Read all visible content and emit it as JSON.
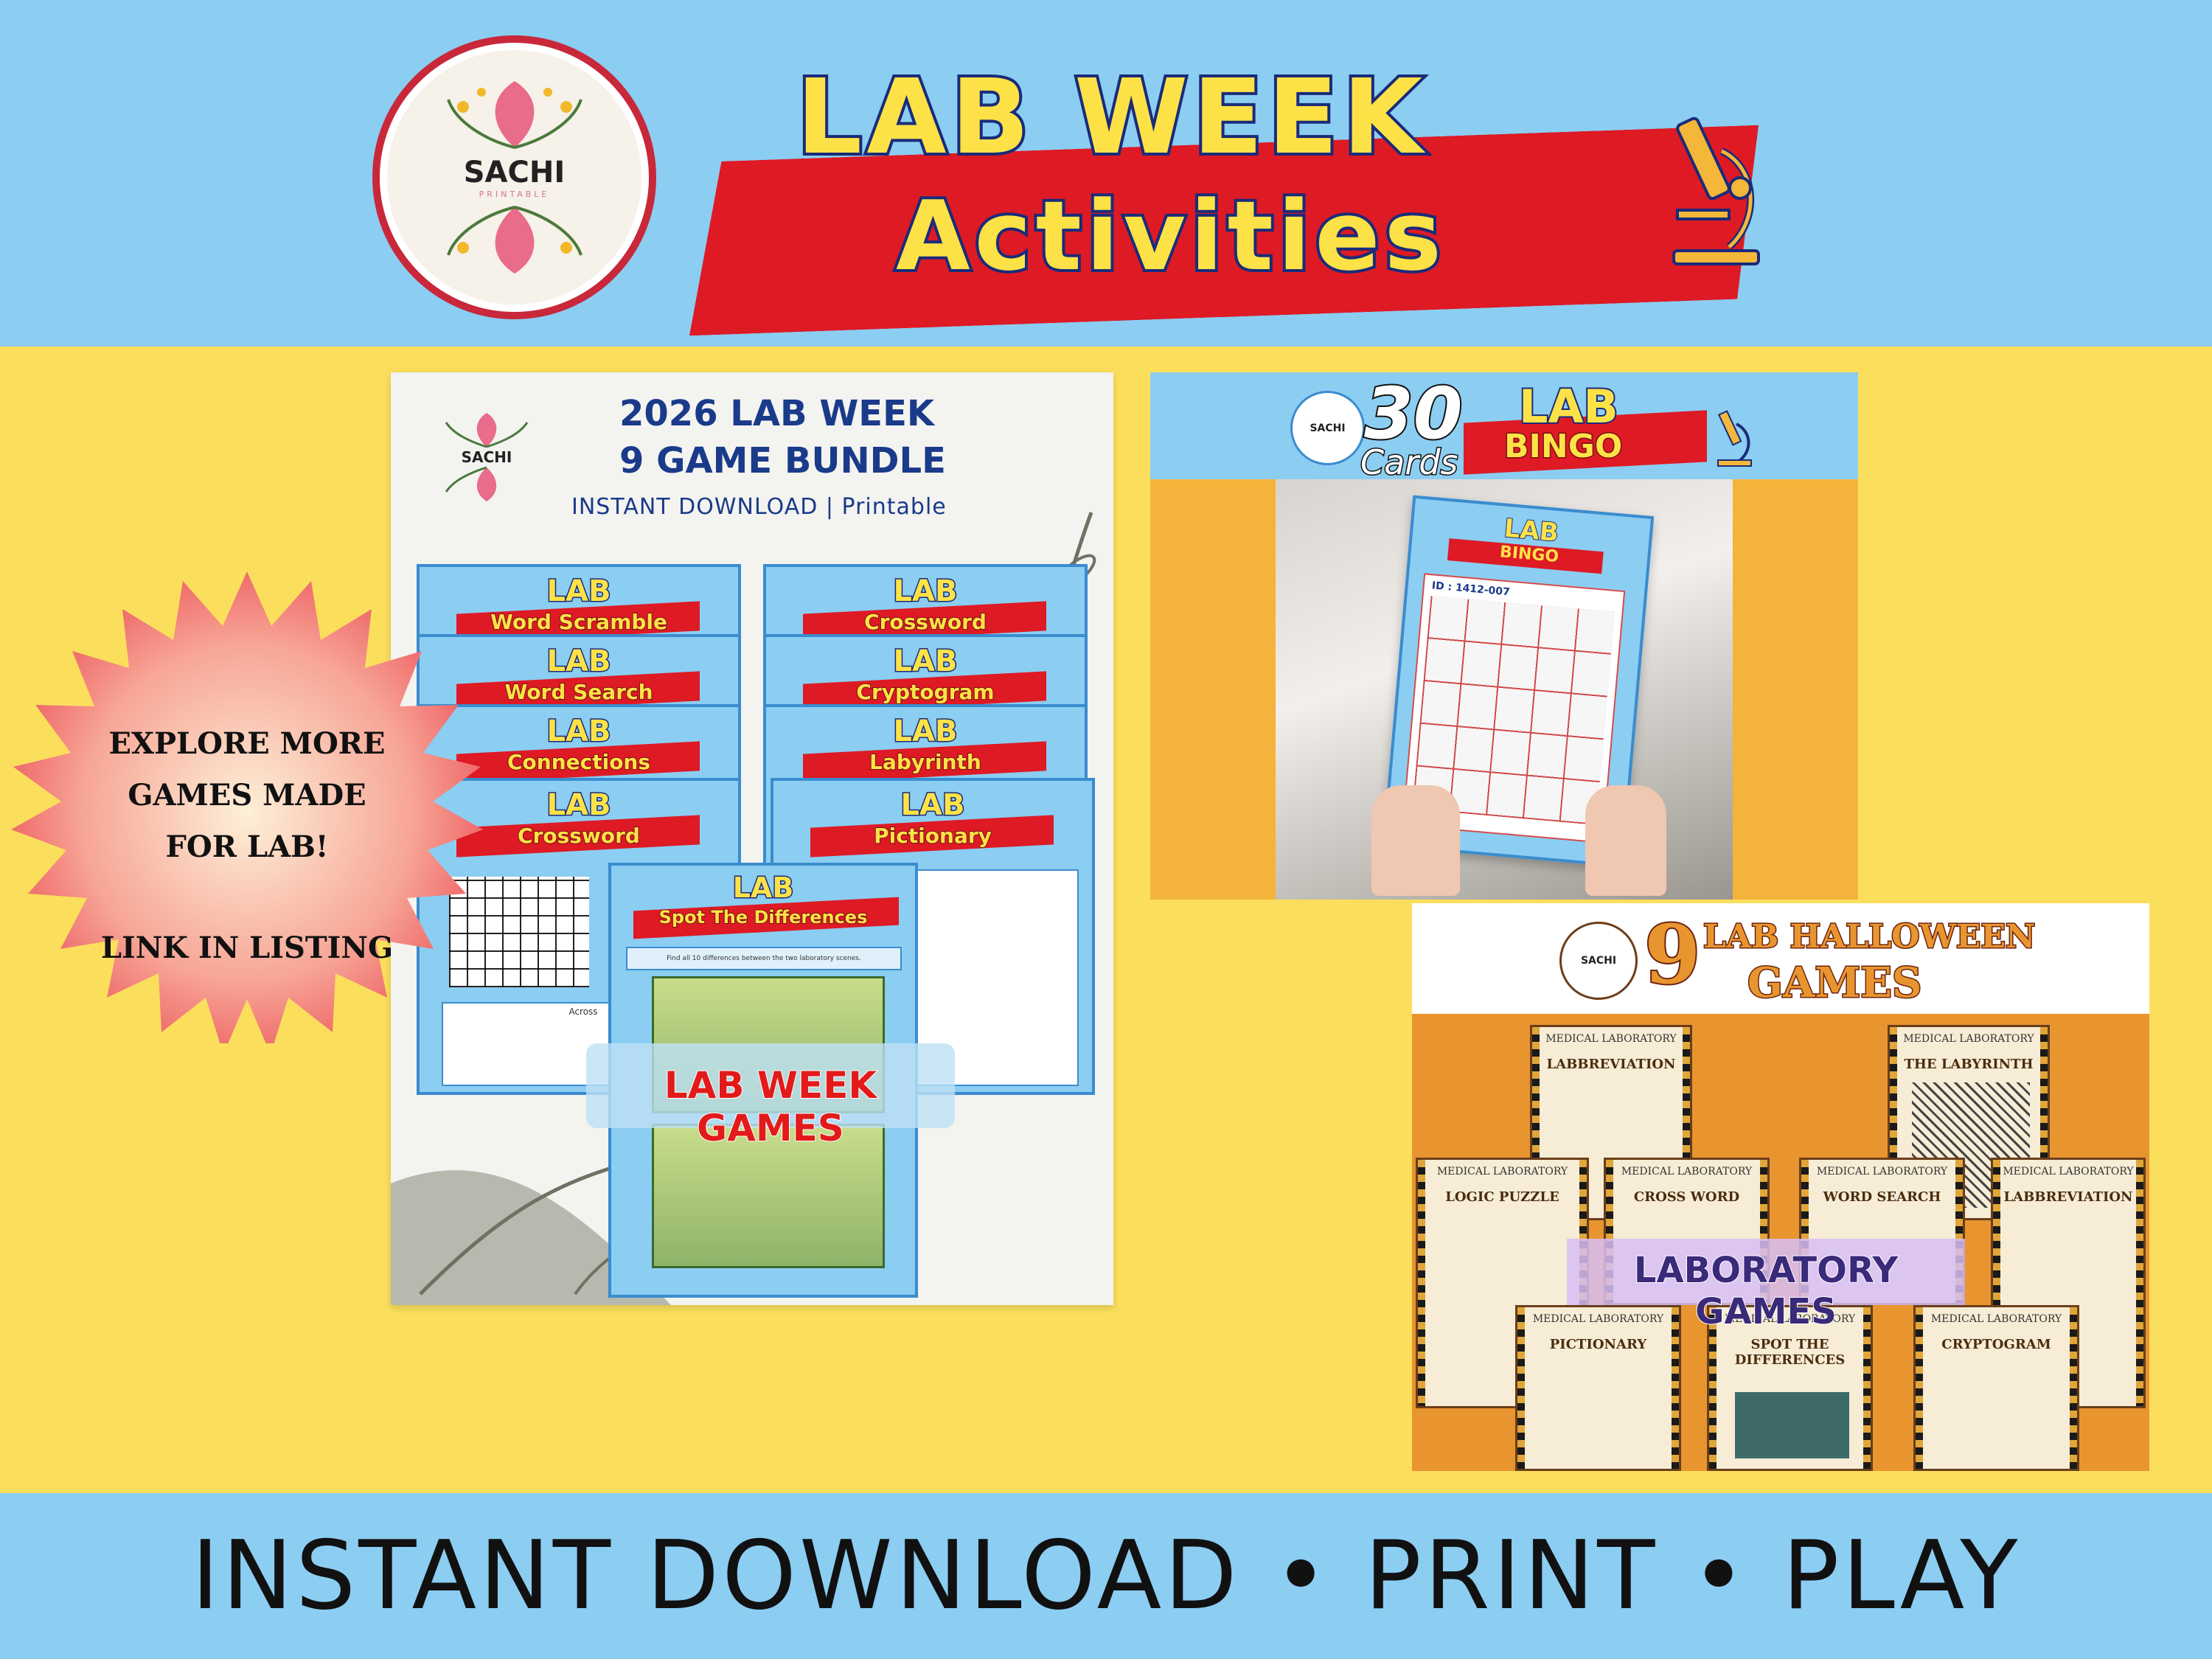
{
  "brand": {
    "name": "SACHI",
    "sub": "PRINTABLE"
  },
  "header": {
    "line1": "LAB WEEK",
    "line2": "Activities"
  },
  "burst": {
    "line1": "EXPLORE MORE",
    "line2": "GAMES MADE",
    "line3": "FOR LAB!",
    "line4": "LINK IN LISTING"
  },
  "bundle": {
    "title1": "2026 LAB WEEK",
    "title2": "9 GAME BUNDLE",
    "subtitle": "INSTANT DOWNLOAD | Printable",
    "overlay": "LAB WEEK GAMES",
    "cards": [
      {
        "top": "LAB",
        "sub": "Word Scramble"
      },
      {
        "top": "LAB",
        "sub": "Crossword"
      },
      {
        "top": "LAB",
        "sub": "Word Search"
      },
      {
        "top": "LAB",
        "sub": "Cryptogram"
      },
      {
        "top": "LAB",
        "sub": "Connections"
      },
      {
        "top": "LAB",
        "sub": "Labyrinth"
      },
      {
        "top": "LAB",
        "sub": "Crossword"
      },
      {
        "top": "LAB",
        "sub": "Pictionary"
      }
    ],
    "spot": {
      "top": "LAB",
      "sub": "Spot The Differences",
      "hint": "Find all 10 differences between the two laboratory scenes.",
      "across": "Across"
    }
  },
  "bingo": {
    "count": "30",
    "cards": "Cards",
    "lab": "LAB",
    "bingo": "BINGO",
    "card_lab": "LAB",
    "card_bingo": "BINGO",
    "card_id": "ID : 1412-007"
  },
  "halloween": {
    "count": "9",
    "line1": "LAB HALLOWEEN",
    "line2": "GAMES",
    "overlay": "LABORATORY GAMES",
    "sheet_header": "MEDICAL LABORATORY",
    "sheets": [
      "LABBREVIATION",
      "THE LABYRINTH",
      "LOGIC PUZZLE",
      "CROSS WORD",
      "WORD SEARCH",
      "LABBREVIATION",
      "PICTIONARY",
      "SPOT THE DIFFERENCES",
      "CRYPTOGRAM"
    ]
  },
  "footer": {
    "tagline": "INSTANT DOWNLOAD • PRINT •  PLAY"
  },
  "colors": {
    "sky": "#8ccdf2",
    "yellow": "#fbdf5c",
    "red": "#de1a24",
    "navy": "#1a2b7a",
    "orange": "#e9952f"
  }
}
